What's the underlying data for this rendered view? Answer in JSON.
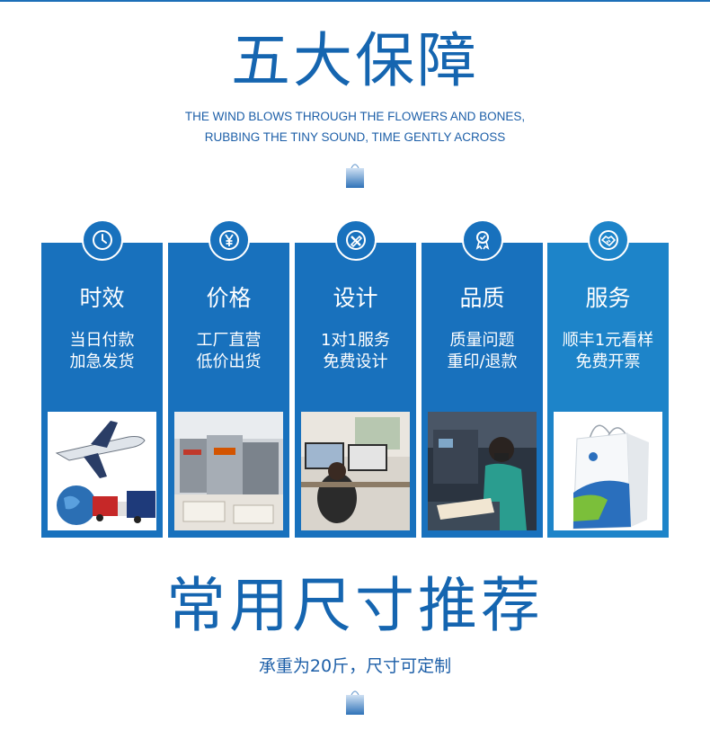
{
  "header": {
    "title": "五大保障",
    "subtitle_line1": "THE WIND BLOWS THROUGH THE FLOWERS AND BONES,",
    "subtitle_line2": "RUBBING THE TINY SOUND, TIME GENTLY ACROSS"
  },
  "cards": [
    {
      "title": "时效",
      "line1": "当日付款",
      "line2": "加急发货",
      "icon": "clock-icon",
      "photo": "airplane-truck-photo"
    },
    {
      "title": "价格",
      "line1": "工厂直营",
      "line2": "低价出货",
      "icon": "yen-icon",
      "photo": "printing-press-photo"
    },
    {
      "title": "设计",
      "line1": "1对1服务",
      "line2": "免费设计",
      "icon": "pencil-ruler-icon",
      "photo": "designer-desk-photo"
    },
    {
      "title": "品质",
      "line1": "质量问题",
      "line2": "重印/退款",
      "icon": "quality-badge-icon",
      "photo": "worker-inspection-photo"
    },
    {
      "title": "服务",
      "line1": "顺丰1元看样",
      "line2": "免费开票",
      "icon": "handshake-icon",
      "photo": "paper-bag-photo"
    }
  ],
  "size_section": {
    "title": "常用尺寸推荐",
    "subtitle": "承重为20斤，尺寸可定制"
  },
  "colors": {
    "accent": "#1565b0",
    "card_blue": "#1871bd",
    "card_blue_light": "#1d84c9"
  }
}
